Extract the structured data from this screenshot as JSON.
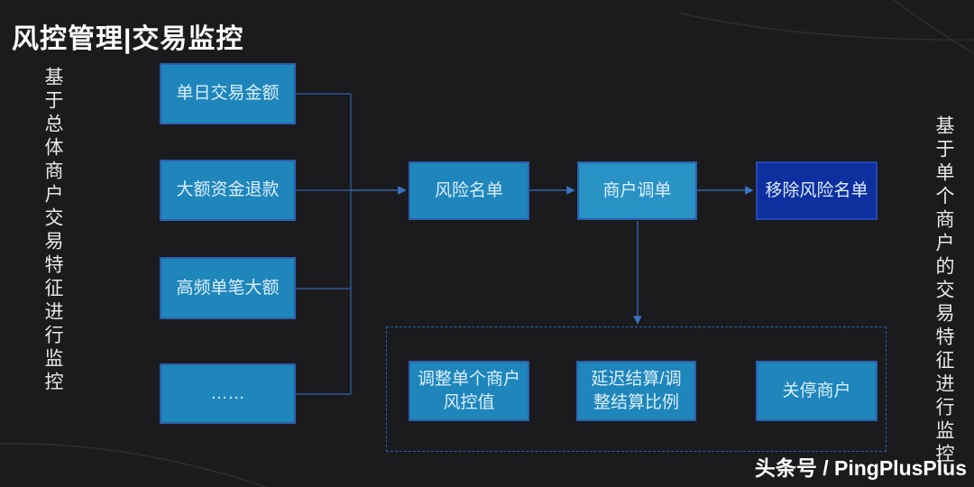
{
  "title": "风控管理|交易监控",
  "notes": {
    "left": "基于总体商户交易特征进行监控",
    "right": "基于单个商户的交易特征进行监控"
  },
  "triggers": {
    "items": [
      {
        "label": "单日交易金额"
      },
      {
        "label": "大额资金退款"
      },
      {
        "label": "高频单笔大额"
      },
      {
        "label": "……"
      }
    ]
  },
  "flow": {
    "nodes": [
      {
        "label": "风险名单"
      },
      {
        "label": "商户调单"
      },
      {
        "label": "移除风险名单"
      }
    ]
  },
  "actions": {
    "items": [
      {
        "label": "调整单个商户 风控值"
      },
      {
        "label": "延迟结算/调整结算比例"
      },
      {
        "label": "关停商户"
      }
    ]
  },
  "footer": "头条号 / PingPlusPlus",
  "colors": {
    "background": "#1b1b1d",
    "box_fill": "#1e86bb",
    "box_fill_light": "#2892c4",
    "box_border": "#2b5fae",
    "dark_box_fill": "#0e2f9e",
    "dark_box_border": "#2448b4",
    "connector_line": "#2f62ac",
    "arrow": "#3a72c4",
    "dashed_frame": "#2e5cae",
    "box_text": "#dceefb",
    "title_text": "#ffffff"
  }
}
